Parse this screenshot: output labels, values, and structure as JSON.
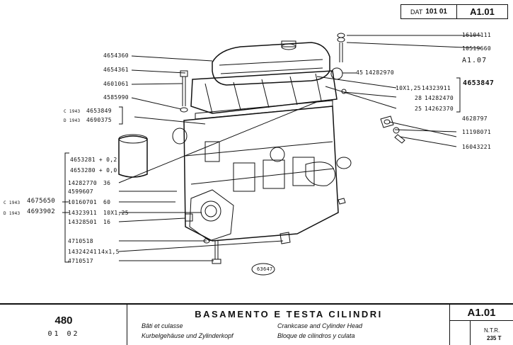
{
  "header": {
    "dat_label": "DAT",
    "dat_code": "101 01",
    "sheet_code": "A1.01"
  },
  "parts_right": {
    "p1": "16104111",
    "p2": "10519660",
    "p3": "A1.07",
    "p4_qty": "45",
    "p4": "14282970",
    "p5_qty": "10X1,25",
    "p5": "14323911",
    "p5_group": "4653847",
    "p6_qty": "28",
    "p6": "14282470",
    "p7_qty": "25",
    "p7": "14262370",
    "p8": "4628797",
    "p9": "11198071",
    "p10": "16043221"
  },
  "parts_left": {
    "l1": "4654360",
    "l2": "4654361",
    "l3": "4601061",
    "l4": "4585990",
    "l5_pre": "C 1943",
    "l5": "4653849",
    "l6_pre": "D 1943",
    "l6": "4690375",
    "l7": "4653281 + 0,2",
    "l8": "4653280 + 0,0",
    "l9": "14282770",
    "l9_qty": "36",
    "l10": "4599607",
    "l11": "10160701",
    "l11_qty": "60",
    "l11_side_pre": "C 1943",
    "l11_side": "4675650",
    "l12": "14323911",
    "l12_qty": "10X1,25",
    "l12_side_pre": "D 1943",
    "l12_side": "4693902",
    "l13": "14328501",
    "l13_qty": "16",
    "l14": "4710518",
    "l15": "14324241",
    "l15_qty": "14x1,5",
    "l16": "4710517"
  },
  "figure_ref": "63647",
  "title_block": {
    "model": "480",
    "model_sub": "01 02",
    "title_it": "BASAMENTO E TESTA CILINDRI",
    "title_fr": "Bâti et culasse",
    "title_de": "Kurbelgehäuse und Zylinderkopf",
    "title_en": "Crankcase and Cylinder Head",
    "title_es": "Bloque de cilindros y culata",
    "sheet_code": "A1.01",
    "ntr_label": "N.T.R.",
    "ntr_value": "235 T"
  }
}
